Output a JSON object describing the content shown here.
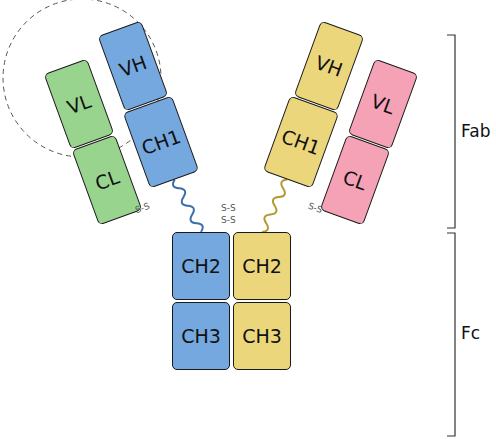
{
  "diagram": {
    "nodes": [
      {
        "text": [
          "VH"
        ]
      },
      {
        "text": [
          "CH1"
        ]
      },
      {
        "text": [
          "VL"
        ]
      },
      {
        "text": [
          "CL"
        ]
      },
      {
        "text": [
          "VH"
        ]
      },
      {
        "text": [
          "CH1"
        ]
      },
      {
        "text": [
          "VL"
        ]
      },
      {
        "text": [
          "CL"
        ]
      },
      {
        "text": [
          "CH2"
        ]
      },
      {
        "text": [
          "CH3"
        ]
      },
      {
        "text": [
          "CH2"
        ]
      },
      {
        "text": [
          "CH3"
        ]
      }
    ],
    "edges": [
      {
        "from": 1,
        "to": 8,
        "arrow": "none"
      },
      {
        "from": 5,
        "to": 10,
        "arrow": "none"
      }
    ],
    "labels": [
      "Fab",
      "Fc",
      "S-S",
      "S-S",
      "S-S",
      "S-S"
    ]
  }
}
